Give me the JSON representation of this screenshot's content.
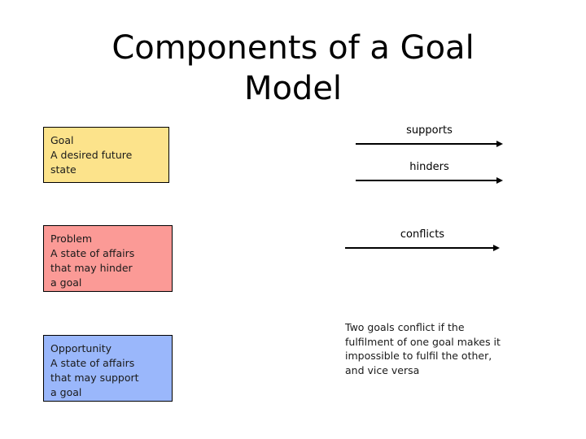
{
  "slide": {
    "title": "Components of a Goal\nModel",
    "background_color": "#ffffff"
  },
  "concepts": [
    {
      "name": "goal",
      "label": "Goal",
      "text": "Goal\nA desired future\nstate",
      "fill_color": "#fce38b",
      "border_color": "#000000"
    },
    {
      "name": "problem",
      "label": "Problem",
      "text": "Problem\nA state of affairs\nthat may hinder\na goal",
      "fill_color": "#fb9a96",
      "border_color": "#000000"
    },
    {
      "name": "opportunity",
      "label": "Opportunity",
      "text": "Opportunity\nA state of affairs\nthat may support\na goal",
      "fill_color": "#9ab7fb",
      "border_color": "#000000"
    }
  ],
  "relations": [
    {
      "name": "supports",
      "label": "supports"
    },
    {
      "name": "hinders",
      "label": "hinders"
    },
    {
      "name": "conflicts",
      "label": "conflicts"
    }
  ],
  "note": {
    "text": "Two goals conflict if the\nfulfilment of one goal makes it\nimpossible to fulfil the other,\nand vice versa"
  }
}
